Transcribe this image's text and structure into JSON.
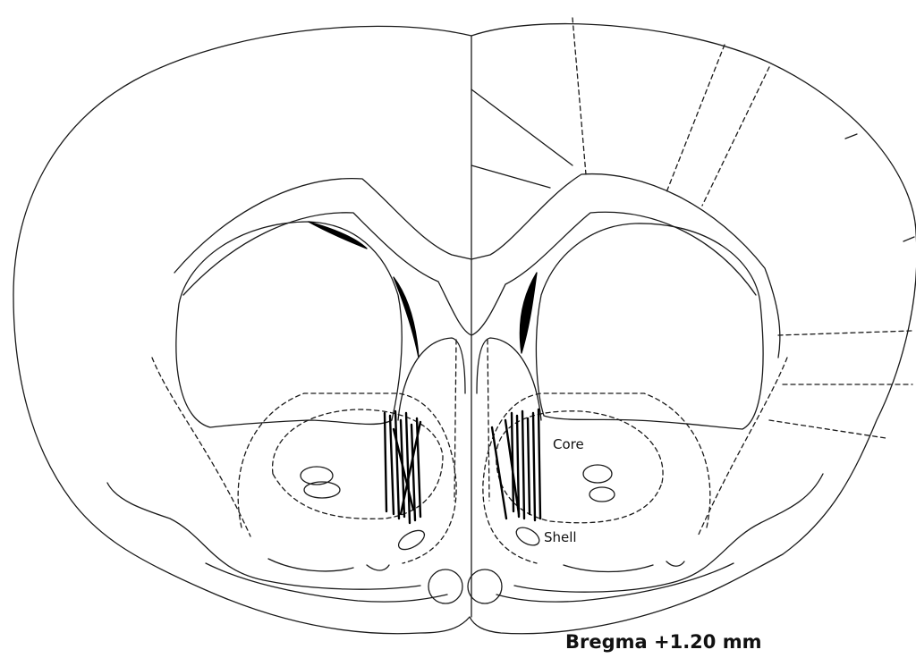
{
  "labels": {
    "core": "Core",
    "shell": "Shell"
  },
  "caption": "Bregma +1.20 mm",
  "colors": {
    "outline": "#1a1a1a",
    "fill": "#ffffff",
    "marks": "#000000"
  }
}
